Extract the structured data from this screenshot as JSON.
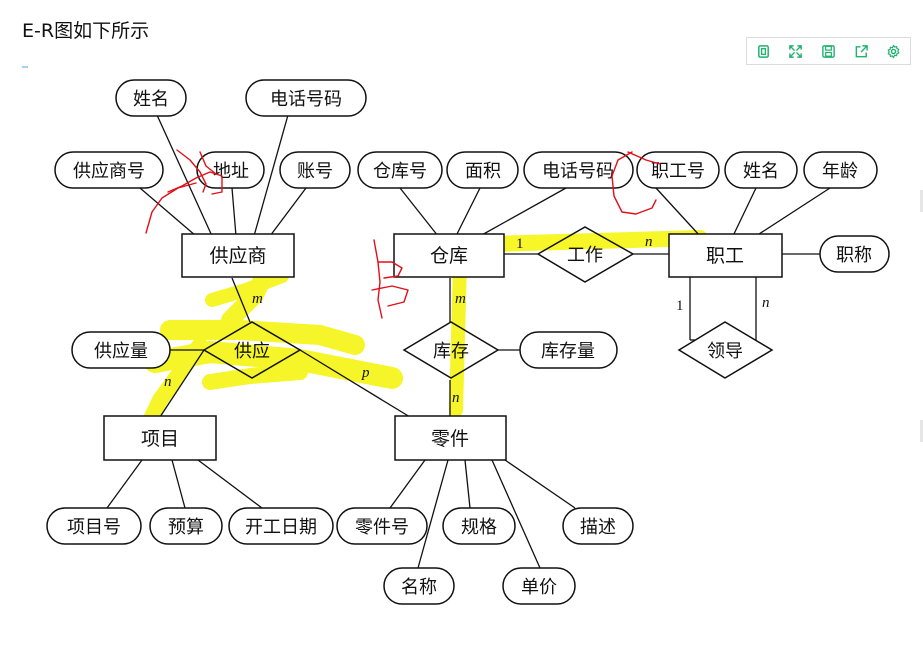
{
  "page": {
    "title": "E-R图如下所示"
  },
  "toolbar": {
    "buttons": [
      {
        "icon": "copy-icon"
      },
      {
        "icon": "fullscreen-icon"
      },
      {
        "icon": "save-icon"
      },
      {
        "icon": "share-icon"
      },
      {
        "icon": "gear-icon"
      }
    ],
    "icon_color": "#21b26f"
  },
  "diagram": {
    "highlight_color": "#f5f51e",
    "handwriting_color": "#e0101a",
    "entities": [
      {
        "id": "supplier",
        "label": "供应商"
      },
      {
        "id": "warehouse",
        "label": "仓库"
      },
      {
        "id": "staff",
        "label": "职工"
      },
      {
        "id": "project",
        "label": "项目"
      },
      {
        "id": "part",
        "label": "零件"
      }
    ],
    "relationships": [
      {
        "id": "supply",
        "label": "供应"
      },
      {
        "id": "stock",
        "label": "库存"
      },
      {
        "id": "work",
        "label": "工作"
      },
      {
        "id": "lead",
        "label": "领导"
      }
    ],
    "attributes": [
      {
        "id": "sup_name",
        "label": "姓名"
      },
      {
        "id": "sup_phone",
        "label": "电话号码"
      },
      {
        "id": "sup_no",
        "label": "供应商号"
      },
      {
        "id": "sup_addr",
        "label": "地址"
      },
      {
        "id": "sup_acct",
        "label": "账号"
      },
      {
        "id": "wh_no",
        "label": "仓库号"
      },
      {
        "id": "wh_area",
        "label": "面积"
      },
      {
        "id": "wh_phone",
        "label": "电话号码"
      },
      {
        "id": "st_no",
        "label": "职工号"
      },
      {
        "id": "st_name",
        "label": "姓名"
      },
      {
        "id": "st_age",
        "label": "年龄"
      },
      {
        "id": "st_title",
        "label": "职称"
      },
      {
        "id": "supply_qty",
        "label": "供应量"
      },
      {
        "id": "stock_qty",
        "label": "库存量"
      },
      {
        "id": "pj_no",
        "label": "项目号"
      },
      {
        "id": "pj_budget",
        "label": "预算"
      },
      {
        "id": "pj_start",
        "label": "开工日期"
      },
      {
        "id": "pt_no",
        "label": "零件号"
      },
      {
        "id": "pt_spec",
        "label": "规格"
      },
      {
        "id": "pt_desc",
        "label": "描述"
      },
      {
        "id": "pt_name",
        "label": "名称"
      },
      {
        "id": "pt_price",
        "label": "单价"
      }
    ],
    "cardinalities": [
      {
        "id": "supply_m",
        "label": "m"
      },
      {
        "id": "supply_n",
        "label": "n"
      },
      {
        "id": "supply_p",
        "label": "p"
      },
      {
        "id": "stock_m",
        "label": "m"
      },
      {
        "id": "stock_n",
        "label": "n"
      },
      {
        "id": "work_1",
        "label": "1"
      },
      {
        "id": "work_n",
        "label": "n"
      },
      {
        "id": "lead_1",
        "label": "1"
      },
      {
        "id": "lead_n",
        "label": "n"
      }
    ]
  }
}
